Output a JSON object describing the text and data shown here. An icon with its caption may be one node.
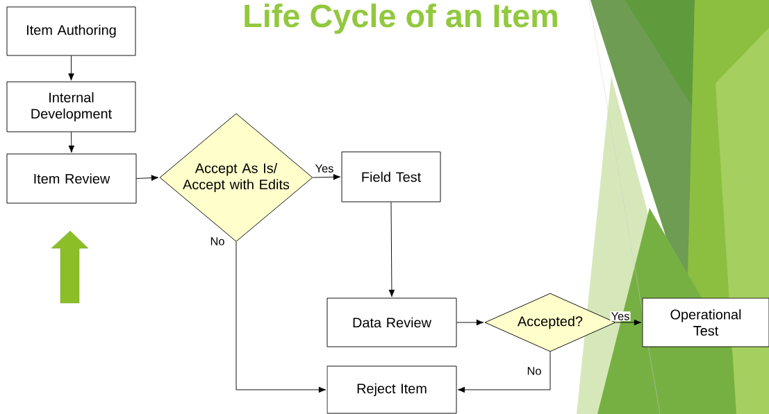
{
  "diagram": {
    "title": "Life Cycle of an Item",
    "nodes": [
      {
        "text": [
          "Item Authoring"
        ]
      },
      {
        "text": [
          "Internal Development"
        ]
      },
      {
        "text": [
          "Item Review"
        ]
      },
      {
        "text": [
          "Accept As Is/ Accept with Edits"
        ]
      },
      {
        "text": [
          "Field Test"
        ]
      },
      {
        "text": [
          "Data Review"
        ]
      },
      {
        "text": [
          "Accepted?"
        ]
      },
      {
        "text": [
          "Operational Test"
        ]
      },
      {
        "text": [
          "Reject Item"
        ]
      }
    ],
    "edges": [
      {
        "from": 0,
        "to": 1,
        "arrow": "to"
      },
      {
        "from": 1,
        "to": 2,
        "arrow": "to"
      },
      {
        "from": 2,
        "to": 3,
        "arrow": "to"
      },
      {
        "from": 3,
        "to": 4,
        "arrow": "to",
        "label": "Yes"
      },
      {
        "from": 3,
        "to": 8,
        "arrow": "to",
        "label": "No"
      },
      {
        "from": 4,
        "to": 5,
        "arrow": "to"
      },
      {
        "from": 5,
        "to": 6,
        "arrow": "to"
      },
      {
        "from": 6,
        "to": 7,
        "arrow": "to",
        "label": "Yes"
      },
      {
        "from": 6,
        "to": 8,
        "arrow": "to",
        "label": "No"
      }
    ]
  }
}
